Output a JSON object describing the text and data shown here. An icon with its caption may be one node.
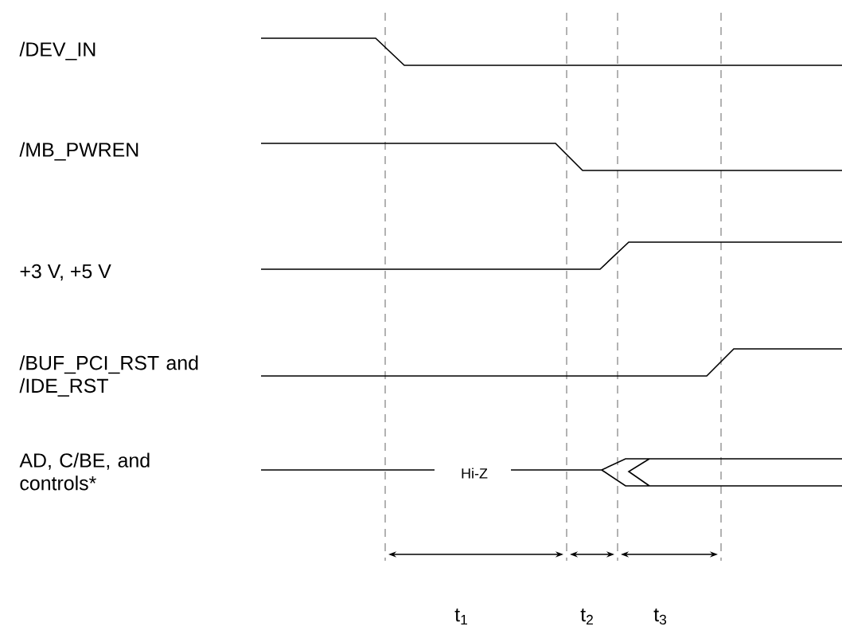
{
  "diagram": {
    "labels": [
      "/DEV_IN",
      "/MB_PWREN",
      "+3 V, +5 V",
      "/BUF_PCI_RST and /IDE_RST",
      "AD, C/BE, and controls*",
      "Hi-Z",
      "t$_{1}$",
      "t$_{2}$",
      "t$_{3}$"
    ]
  }
}
